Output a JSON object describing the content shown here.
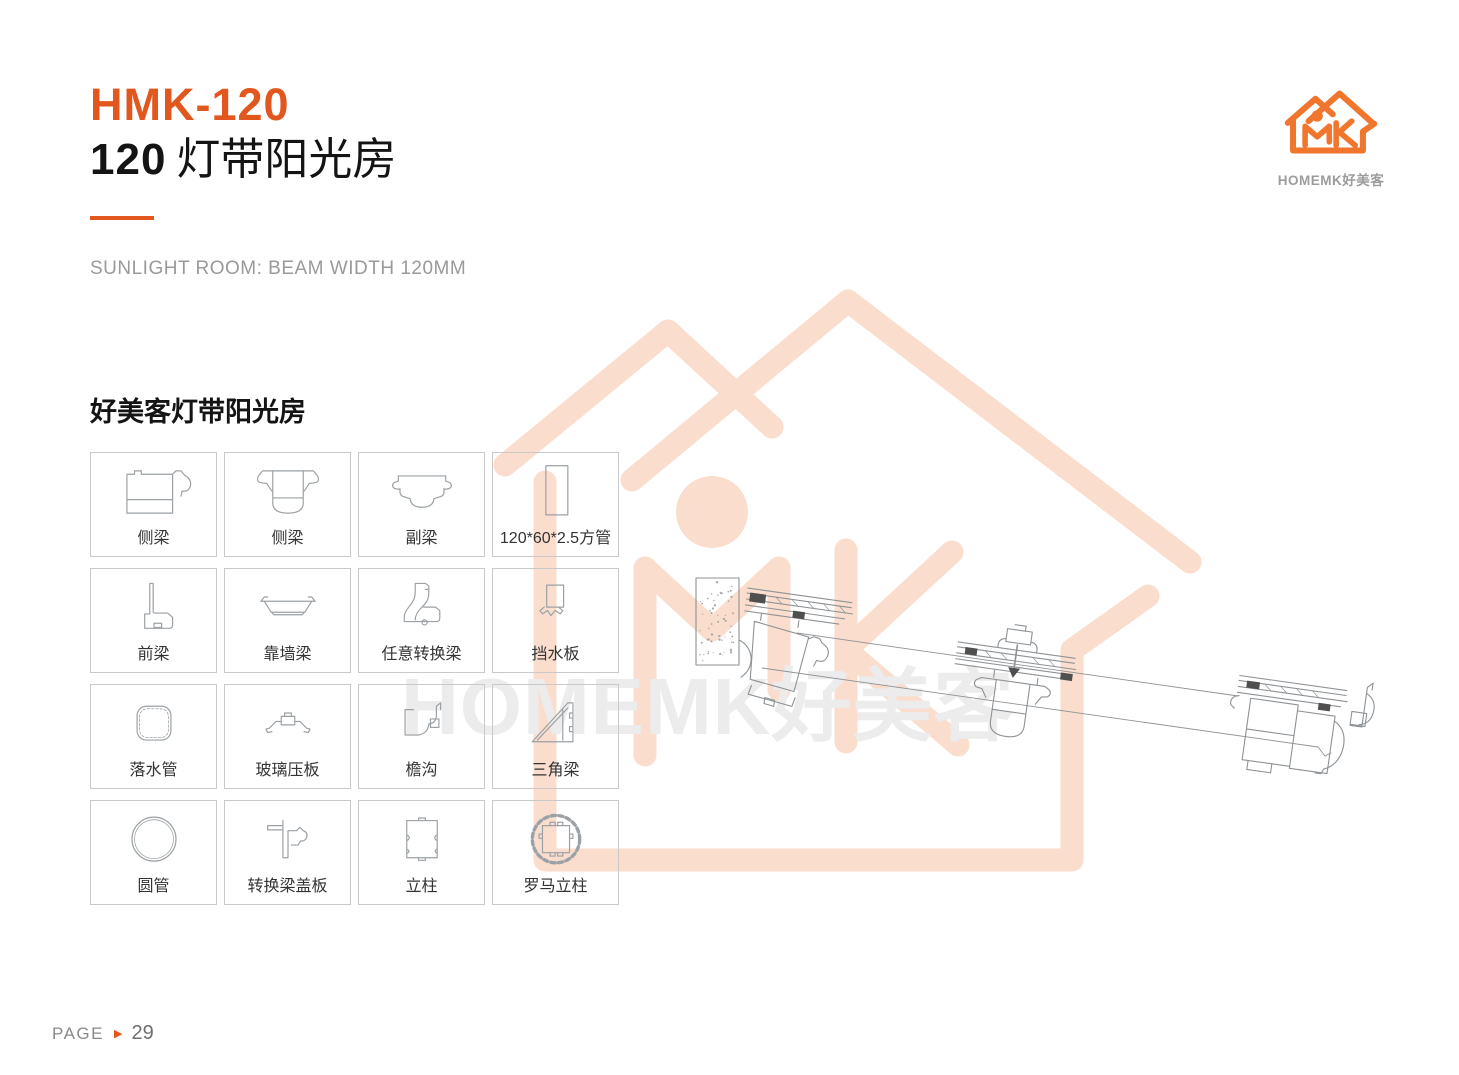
{
  "header": {
    "model_code": "HMK-120",
    "series_number": "120",
    "series_name": "灯带阳光房",
    "subtitle": "SUNLIGHT ROOM: BEAM WIDTH 120MM"
  },
  "logo": {
    "wordmark": "HOMEMK好美客"
  },
  "watermark": {
    "text": "HOMEMK好美客"
  },
  "section": {
    "title": "好美客灯带阳光房"
  },
  "profiles": {
    "items": [
      {
        "label": "侧梁",
        "icon": "side-beam-a-icon"
      },
      {
        "label": "侧梁",
        "icon": "side-beam-b-icon"
      },
      {
        "label": "副梁",
        "icon": "sub-beam-icon"
      },
      {
        "label": "120*60*2.5方管",
        "icon": "square-tube-icon"
      },
      {
        "label": "前梁",
        "icon": "front-beam-icon"
      },
      {
        "label": "靠墙梁",
        "icon": "wall-beam-icon"
      },
      {
        "label": "任意转换梁",
        "icon": "conversion-beam-icon"
      },
      {
        "label": "挡水板",
        "icon": "water-baffle-icon"
      },
      {
        "label": "落水管",
        "icon": "downpipe-icon"
      },
      {
        "label": "玻璃压板",
        "icon": "glass-clamp-icon"
      },
      {
        "label": "檐沟",
        "icon": "eaves-gutter-icon"
      },
      {
        "label": "三角梁",
        "icon": "triangle-beam-icon"
      },
      {
        "label": "圆管",
        "icon": "round-tube-icon"
      },
      {
        "label": "转换梁盖板",
        "icon": "beam-cover-icon"
      },
      {
        "label": "立柱",
        "icon": "column-icon"
      },
      {
        "label": "罗马立柱",
        "icon": "roman-column-icon"
      }
    ]
  },
  "footer": {
    "label": "PAGE",
    "arrow": "▶",
    "page": "29"
  },
  "colors": {
    "accent": "#E2571E",
    "logo_orange": "#F0762D",
    "watermark_orange": "#FADDCD",
    "watermark_gray": "#ECECEC",
    "line_gray": "#8D9296"
  }
}
